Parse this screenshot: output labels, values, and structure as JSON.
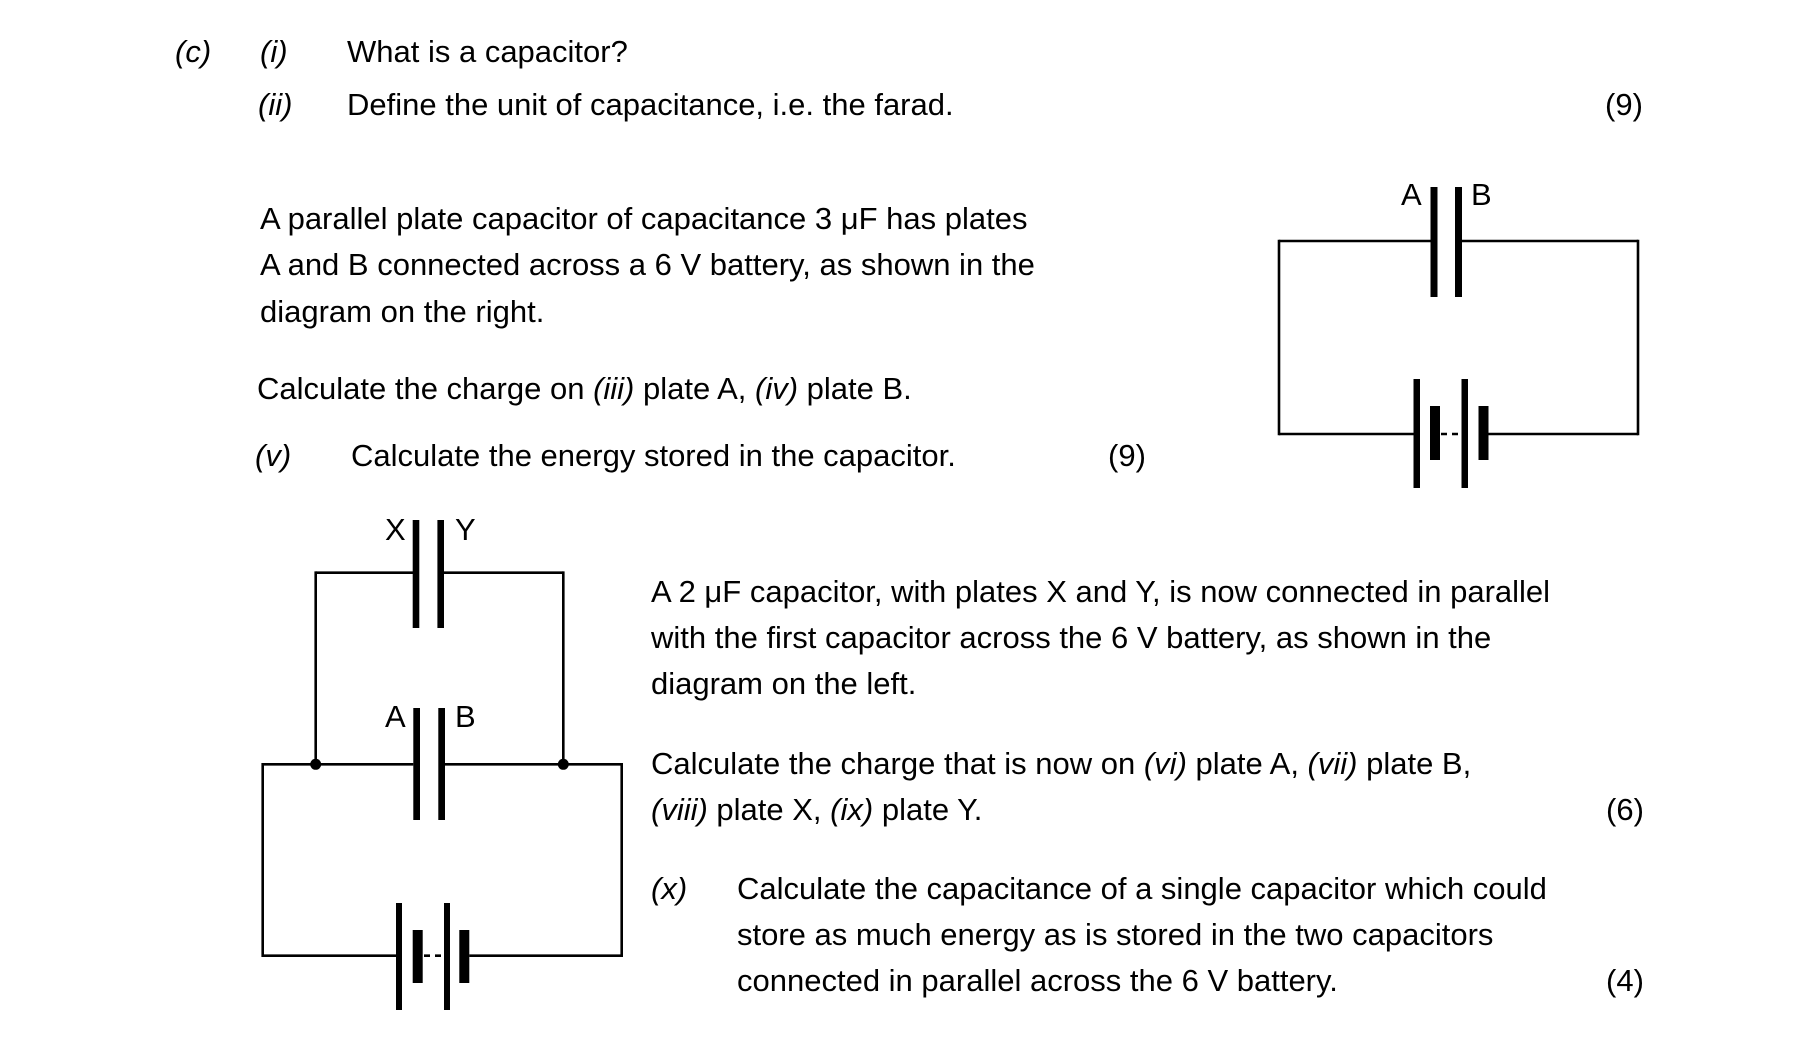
{
  "colors": {
    "ink": "#000000",
    "paper": "#ffffff"
  },
  "part_c": {
    "label": "(c)",
    "item_i": {
      "label": "(i)",
      "text": "What is a capacitor?"
    },
    "item_ii": {
      "label": "(ii)",
      "text": "Define the unit of capacitance, i.e. the farad.",
      "marks": "(9)"
    },
    "para_intro": {
      "line1": "A parallel plate capacitor of capacitance 3 μF has plates",
      "line2": "A and B connected across a 6 V battery, as shown in the",
      "line3": "diagram on the right."
    },
    "charge_q1": {
      "seg1": "Calculate the charge on ",
      "num_iii": "(iii)",
      "seg2": " plate A, ",
      "num_iv": "(iv)",
      "seg3": " plate B."
    },
    "item_v": {
      "label": "(v)",
      "text": "Calculate the energy stored in the capacitor.",
      "marks": "(9)"
    },
    "para_parallel": {
      "line1": "A 2 μF capacitor, with plates X and Y, is now connected in parallel",
      "line2": "with the first capacitor across the 6 V battery, as shown in the",
      "line3": "diagram on the left."
    },
    "charge_q2": {
      "seg1": "Calculate the charge that is now on ",
      "num_vi": "(vi)",
      "seg2": " plate A, ",
      "num_vii": "(vii)",
      "seg3": " plate B,",
      "num_viii": "(viii)",
      "seg4": " plate X, ",
      "num_ix": "(ix)",
      "seg5": " plate Y.",
      "marks": "(6)"
    },
    "item_x": {
      "label": "(x)",
      "line1": "Calculate the capacitance of a single capacitor which could",
      "line2": "store as much energy as is stored in the two capacitors",
      "line3": "connected in parallel across the 6 V battery.",
      "marks": "(4)"
    }
  },
  "diagram_right": {
    "plate_a_label": "A",
    "plate_b_label": "B"
  },
  "diagram_left": {
    "plate_x_label": "X",
    "plate_y_label": "Y",
    "plate_a_label": "A",
    "plate_b_label": "B"
  }
}
